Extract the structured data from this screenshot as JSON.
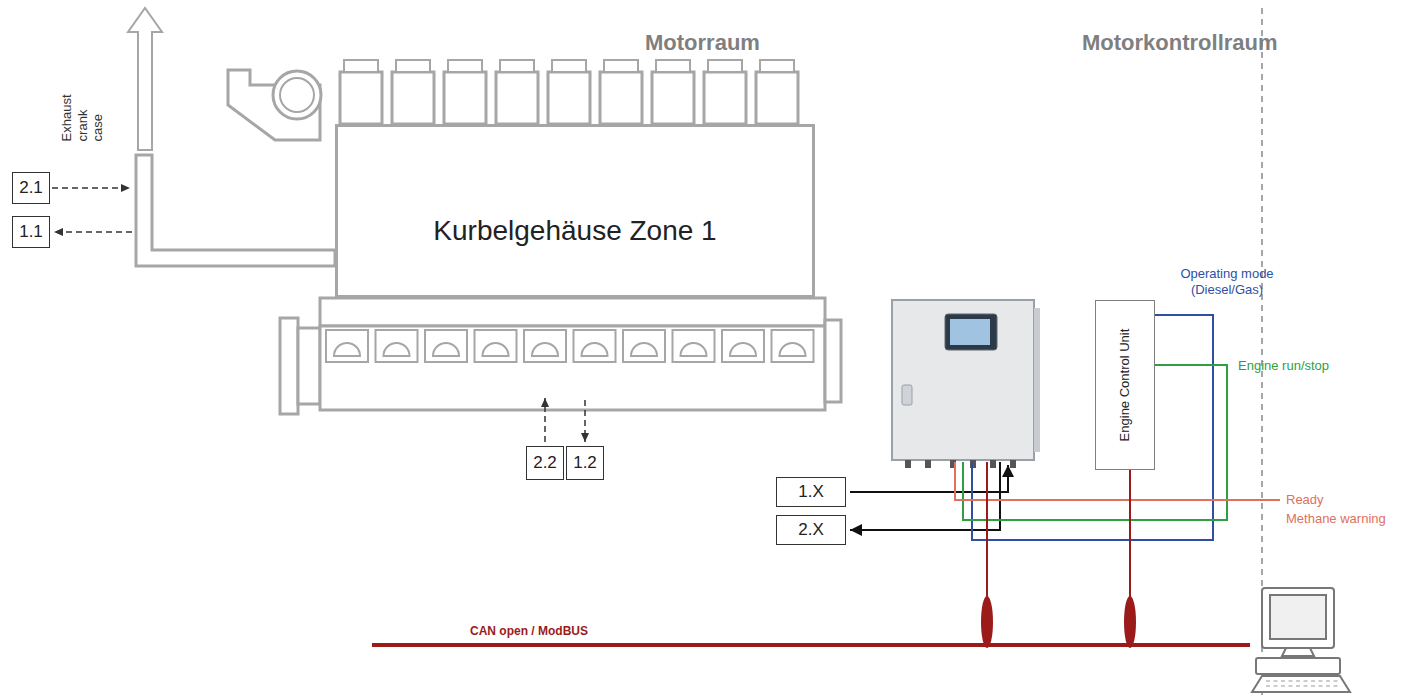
{
  "diagram": {
    "nodes": [
      {
        "text": [
          "2.1"
        ]
      },
      {
        "text": [
          "1.1"
        ]
      },
      {
        "text": [
          "Kurbelgehäuse Zone 1"
        ]
      },
      {
        "text": [
          "2.2"
        ]
      },
      {
        "text": [
          "1.2"
        ]
      },
      {
        "text": [
          "1.X"
        ]
      },
      {
        "text": [
          "2.X"
        ]
      },
      {
        "text": [
          "Engine Control Unit"
        ]
      }
    ],
    "labels": [
      "Motorraum",
      "Motorkontrollraum",
      "Exhaust crank case",
      "Operating mode (Diesel/Gas)",
      "Engine run/stop",
      "Ready",
      "Methane warning",
      "CAN open / ModBUS"
    ]
  }
}
